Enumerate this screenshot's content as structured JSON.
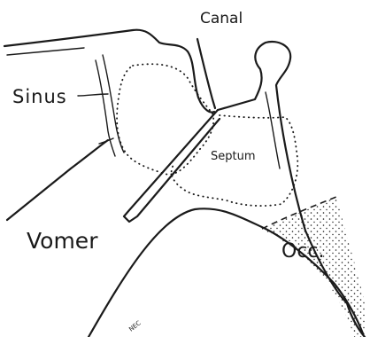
{
  "figure": {
    "labels": {
      "canal": "Canal",
      "sinus": "Sinus",
      "septum": "Septum",
      "vomer": "Vomer",
      "occ": "Occ.",
      "initials": "NEC"
    },
    "ink_color": "#1a1a1a",
    "paper_color": "#ffffff"
  }
}
